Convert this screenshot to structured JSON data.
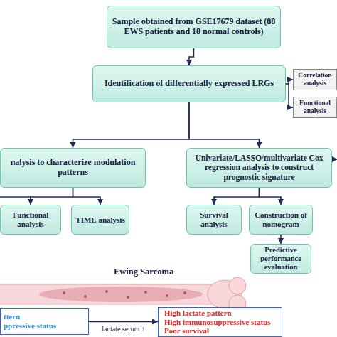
{
  "diagram": {
    "nodes": [
      {
        "text": [
          "Sample obtained from GSE17679 dataset (88 EWS patients and 18 normal controls)"
        ]
      },
      {
        "text": [
          "Identification of differentially expressed LRGs"
        ]
      },
      {
        "text": [
          "Correlation analysis"
        ]
      },
      {
        "text": [
          "Functional analysis"
        ]
      },
      {
        "text": [
          "nalysis to characterize modulation patterns"
        ]
      },
      {
        "text": [
          "Univariate/LASSO/multivariate Cox regression analysis to construct prognostic signature"
        ]
      },
      {
        "text": [
          "Functional analysis"
        ]
      },
      {
        "text": [
          "TIME analysis"
        ]
      },
      {
        "text": [
          "Survival analysis"
        ]
      },
      {
        "text": [
          "Construction of nomogram"
        ]
      },
      {
        "text": [
          "Predictive performance evaluation"
        ]
      },
      {
        "text": [
          "ttern",
          "ppressive status"
        ]
      },
      {
        "text": [
          "High lactate pattern",
          "High immunosuppressive status",
          "Poor survival"
        ]
      }
    ],
    "edges": [
      {
        "from": 0,
        "to": 1,
        "arrow": "to"
      },
      {
        "from": 1,
        "to": 2,
        "arrow": "to"
      },
      {
        "from": 1,
        "to": 3,
        "arrow": "to"
      },
      {
        "from": 1,
        "to": 4,
        "arrow": "to"
      },
      {
        "from": 1,
        "to": 5,
        "arrow": "to"
      },
      {
        "from": 4,
        "to": 6,
        "arrow": "to"
      },
      {
        "from": 4,
        "to": 7,
        "arrow": "to"
      },
      {
        "from": 5,
        "to": 8,
        "arrow": "to"
      },
      {
        "from": 5,
        "to": 9,
        "arrow": "to"
      },
      {
        "from": 9,
        "to": 10,
        "arrow": "to"
      },
      {
        "from": 11,
        "to": 12,
        "label": "lactate serum ↑",
        "arrow": "to"
      }
    ],
    "labels": [
      "Ewing Sarcoma"
    ]
  }
}
